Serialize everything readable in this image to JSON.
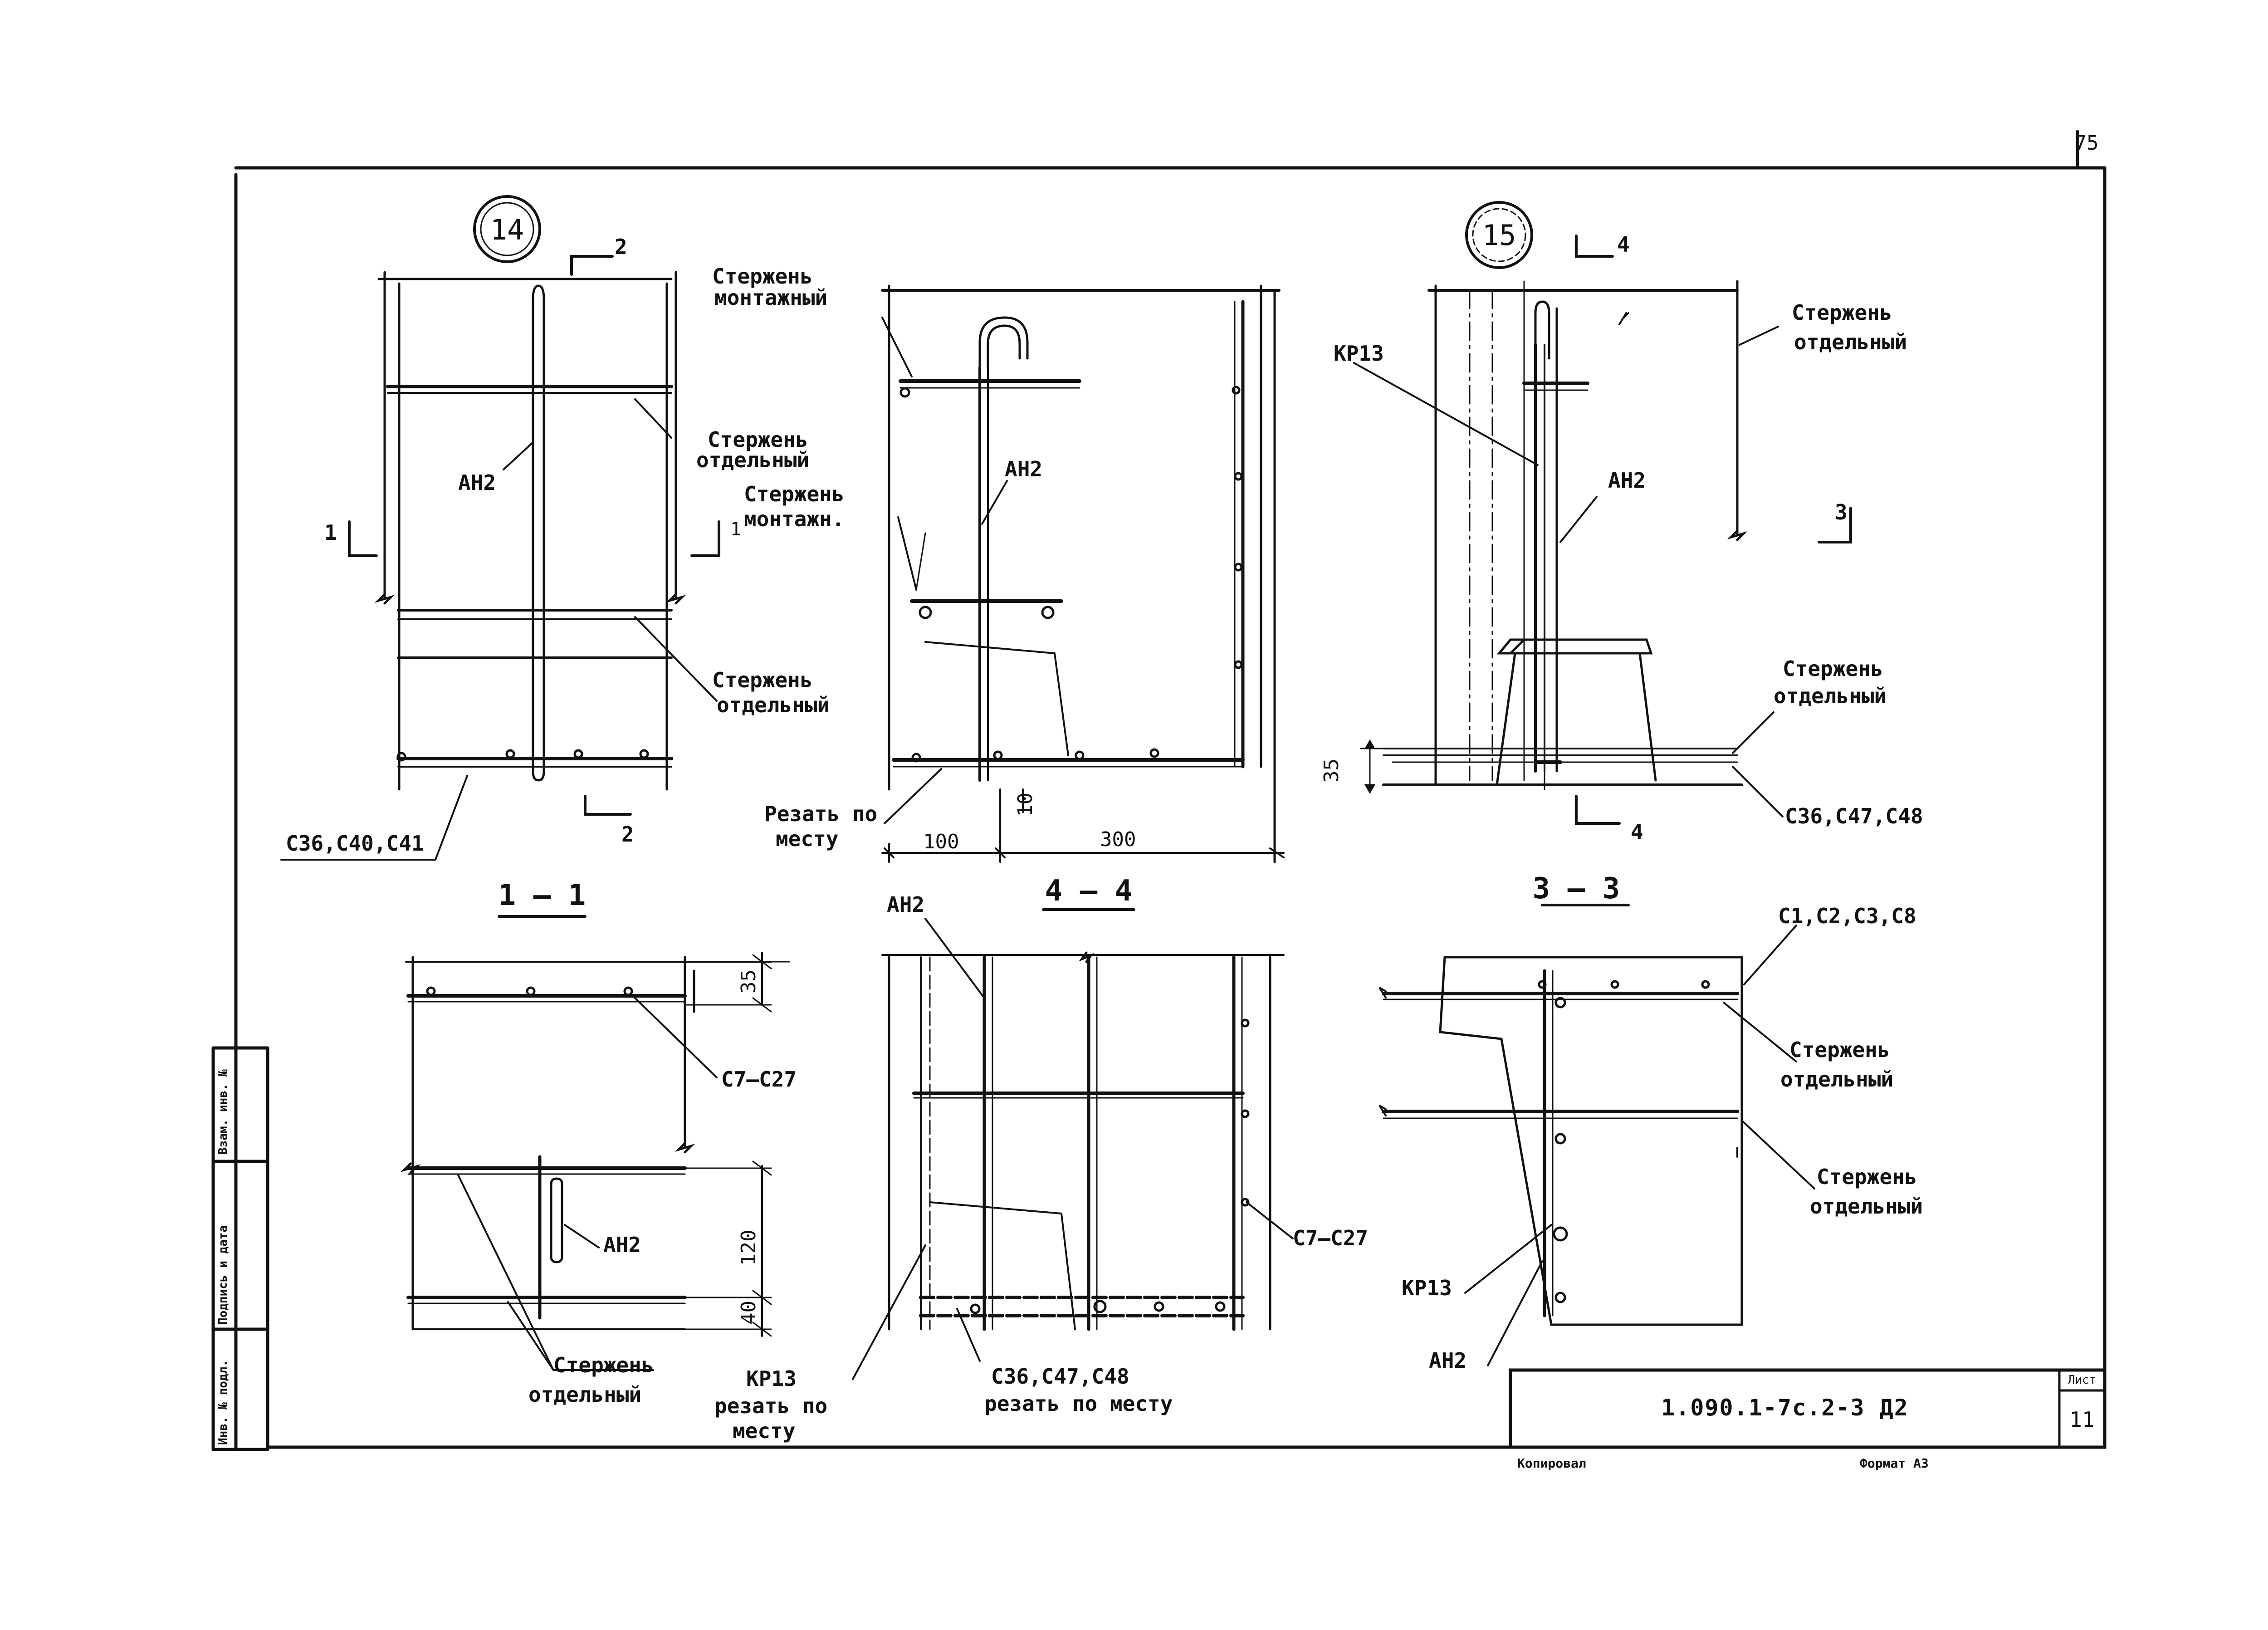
{
  "page": {
    "number": "75"
  },
  "views": {
    "v14": {
      "marker": "14",
      "cut_2_top": "2",
      "cut_2_bottom": "2",
      "cut_1_left": "1",
      "cut_1_right": "1",
      "label_an2": "АН2",
      "label_rod_sep_1_l1": "Стержень",
      "label_rod_sep_1_l2": "отдельный",
      "label_rod_sep_2_l1": "Стержень",
      "label_rod_sep_2_l2": "отдельный",
      "label_c": "С36,С40,С41"
    },
    "v44top": {
      "label_rod_mont_1_l1": "Стержень",
      "label_rod_mont_1_l2": "монтажный",
      "label_rod_mont_2_l1": "Стержень",
      "label_rod_mont_2_l2": "монтажн.",
      "label_an2": "АН2",
      "label_cut_l1": "Резать по",
      "label_cut_l2": "месту",
      "dim_100": "100",
      "dim_300": "300",
      "dim_10": "10"
    },
    "v15": {
      "marker": "15",
      "cut_4_top": "4",
      "cut_4_bottom": "4",
      "cut_3": "3",
      "label_kp13": "КР13",
      "label_an2": "АН2",
      "label_rod_sep_1_l1": "Стержень",
      "label_rod_sep_1_l2": "отдельный",
      "label_rod_sep_2_l1": "Стержень",
      "label_rod_sep_2_l2": "отдельный",
      "label_c": "С36,С47,С48",
      "dim_35": "35"
    },
    "s11": {
      "title": "1 – 1",
      "label_c": "С7–С27",
      "label_an2": "АН2",
      "label_rod_l1": "Стержень",
      "label_rod_l2": "отдельный",
      "dim_35": "35",
      "dim_120": "120",
      "dim_40": "40"
    },
    "s44": {
      "title": "4 – 4",
      "label_an2": "АН2",
      "label_c": "С7–С27",
      "label_kp13_l1": "КР13",
      "label_kp13_l2": "резать по",
      "label_kp13_l3": "месту",
      "label_cc_l1": "С36,С47,С48",
      "label_cc_l2": "резать по месту"
    },
    "s33": {
      "title": "3 – 3",
      "label_c": "С1,С2,С3,С8",
      "label_rod_1_l1": "Стержень",
      "label_rod_1_l2": "отдельный",
      "label_rod_2_l1": "Стержень",
      "label_rod_2_l2": "отдельный",
      "label_kp13": "КР13",
      "label_an2": "АН2"
    }
  },
  "side_stamp": {
    "col1": "Инв. № подл.",
    "col2": "Подпись и дата",
    "col3": "Взам. инв. №"
  },
  "title_block": {
    "code": "1.090.1-7с.2-3 Д2",
    "sheet_label": "Лист",
    "sheet_number": "11",
    "copied": "Копировал",
    "format": "Формат А3"
  }
}
